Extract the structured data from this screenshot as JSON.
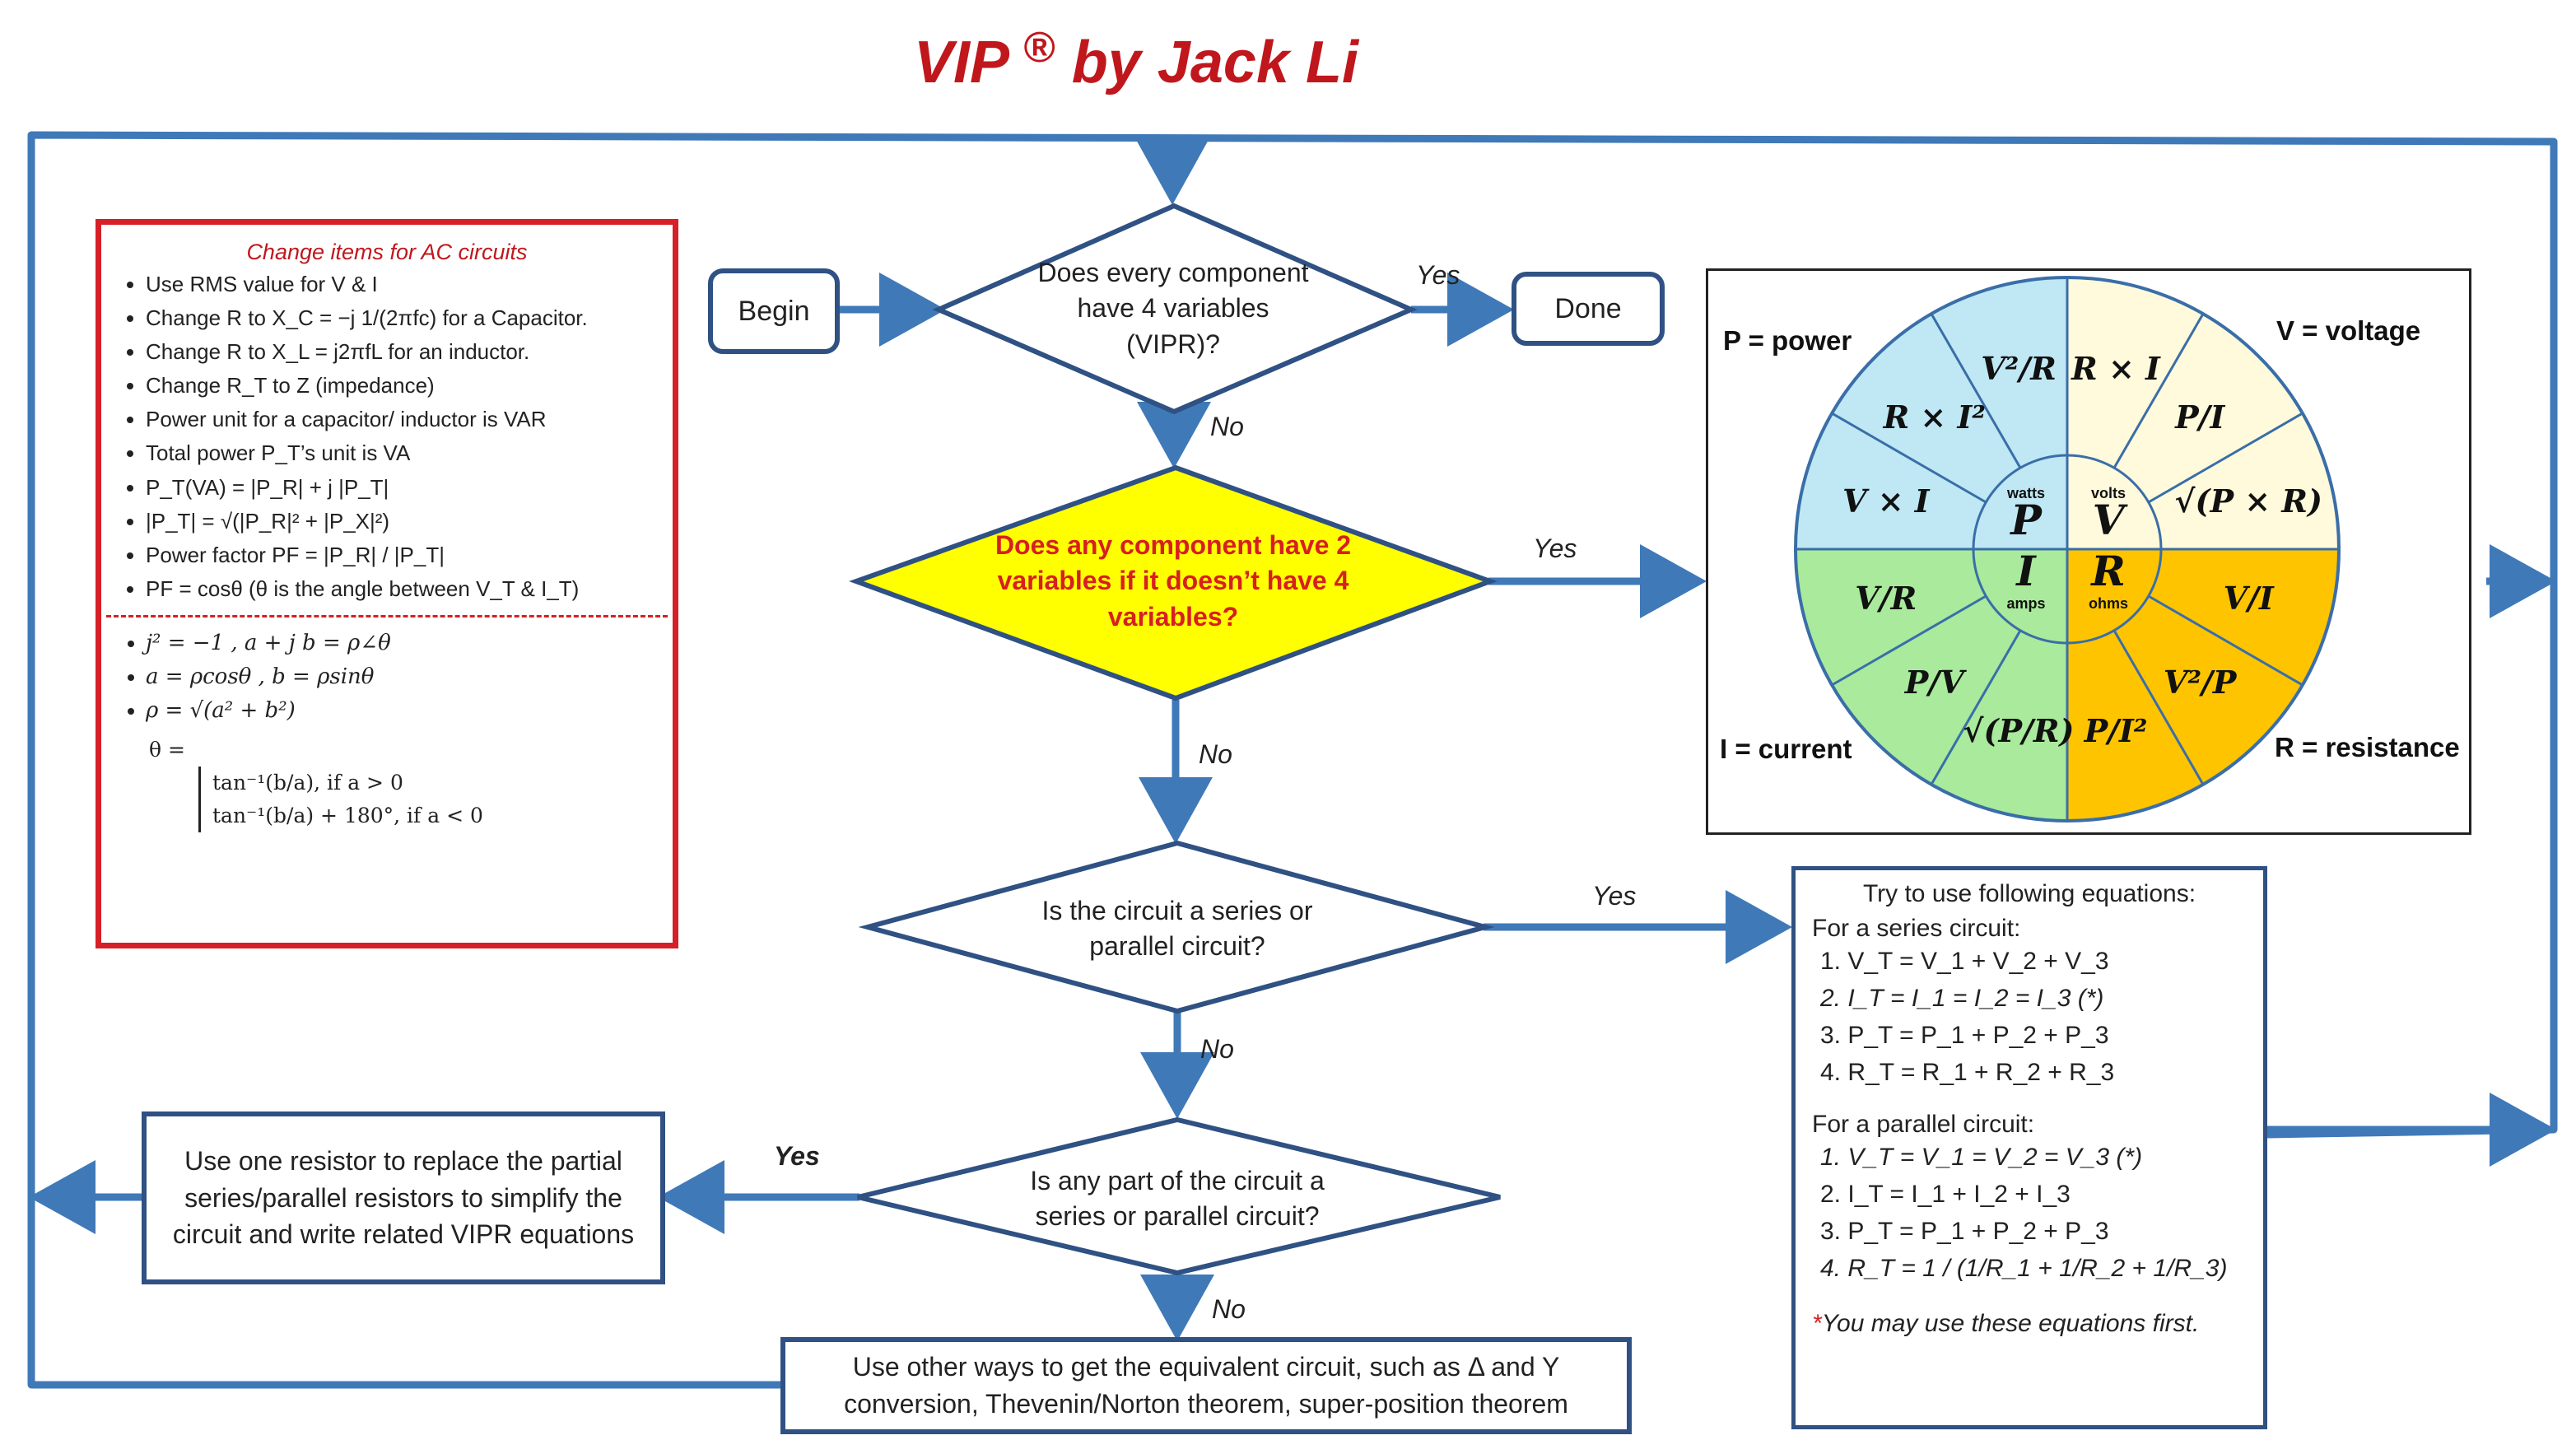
{
  "title": {
    "text": "VIP",
    "mark": "®",
    "author": "by Jack Li"
  },
  "colors": {
    "flow_blue": "#3f79b8",
    "box_border": "#2f5183",
    "highlight_fill": "#ffff00",
    "highlight_text": "#d62020",
    "panel_border": "#d61f26"
  },
  "flow": {
    "begin": "Begin",
    "done": "Done",
    "q1": "Does every component have 4 variables (VIPR)?",
    "q2": "Does any component have 2 variables if it doesn’t have 4 variables?",
    "q3": "Is the circuit a series or parallel circuit?",
    "q4": "Is any part of the circuit a series or parallel circuit?",
    "replace_box": "Use one resistor to replace the partial series/parallel resistors to simplify the circuit and write related VIPR equations",
    "other_ways_box": "Use other ways to get the equivalent circuit, such as Δ and Y conversion, Thevenin/Norton theorem, super-position theorem",
    "yes": "Yes",
    "no": "No"
  },
  "ac_panel": {
    "title": "Change items for AC circuits",
    "items": [
      "Use RMS value for V & I",
      "Change R to X_C = −j 1/(2πfc) for a Capacitor.",
      "Change R to X_L = j2πfL for an inductor.",
      "Change R_T to Z (impedance)",
      "Power unit for a capacitor/ inductor is VAR",
      "Total power P_T’s unit is VA",
      "P_T(VA) = |P_R| + j |P_T|",
      "|P_T| = √(|P_R|² + |P_X|²)",
      "Power factor PF = |P_R| / |P_T|",
      "PF = cosθ (θ is the angle between V_T & I_T)"
    ],
    "math_items": [
      "j² = −1 , a + j b = ρ∠θ",
      "a = ρcosθ , b = ρsinθ",
      "ρ = √(a² + b²)"
    ],
    "theta_label": "θ =",
    "theta_case1": "tan⁻¹(b/a), if a > 0",
    "theta_case2": "tan⁻¹(b/a) + 180°, if a < 0"
  },
  "wheel": {
    "labels": {
      "power": "P = power",
      "voltage": "V = voltage",
      "current": "I = current",
      "resistance": "R = resistance"
    },
    "center": {
      "watts": "watts",
      "P": "P",
      "volts": "volts",
      "V": "V",
      "amps": "amps",
      "I": "I",
      "ohms": "ohms",
      "R": "R"
    },
    "colors": {
      "P": "#bfe8f4",
      "V": "#fffadb",
      "I": "#a9ea9c",
      "R": "#ffc400"
    },
    "formulas": {
      "P": [
        "V²/R",
        "R × I²",
        "V × I"
      ],
      "V": [
        "R × I",
        "P/I",
        "√(P × R)"
      ],
      "R": [
        "V/I",
        "V²/P",
        "P/I²"
      ],
      "I": [
        "V/R",
        "P/V",
        "√(P/R)"
      ]
    }
  },
  "equations": {
    "heading": "Try to use following equations:",
    "series_title": "For a series circuit:",
    "series": [
      "1.  V_T = V_1 + V_2 + V_3",
      "2.  I_T = I_1 = I_2 = I_3  (*)",
      "3.  P_T = P_1 + P_2 + P_3",
      "4.  R_T = R_1 + R_2 + R_3"
    ],
    "parallel_title": "For a parallel circuit:",
    "parallel": [
      "1.  V_T = V_1 = V_2 = V_3 (*)",
      "2.  I_T = I_1 + I_2 + I_3",
      "3.  P_T = P_1 + P_2 + P_3",
      "4.  R_T = 1 / (1/R_1 + 1/R_2 + 1/R_3)"
    ],
    "footnote": "*You may use these equations first."
  }
}
